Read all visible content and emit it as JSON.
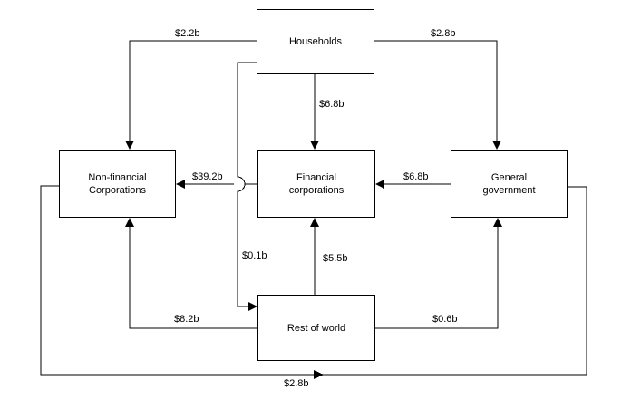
{
  "diagram": {
    "nodes": {
      "households": {
        "label": "Households"
      },
      "non_financial_corporations": {
        "label": "Non-financial\nCorporations"
      },
      "financial_corporations": {
        "label": "Financial\ncorporations"
      },
      "general_government": {
        "label": "General\ngovernment"
      },
      "rest_of_world": {
        "label": "Rest of world"
      }
    },
    "flows": {
      "households_to_non_financial": {
        "amount": "$2.2b",
        "from": "Households",
        "to": "Non-financial Corporations"
      },
      "households_to_general_government": {
        "amount": "$2.8b",
        "from": "Households",
        "to": "General government"
      },
      "households_to_financial": {
        "amount": "$6.8b",
        "from": "Households",
        "to": "Financial corporations"
      },
      "households_to_rest_of_world": {
        "amount": "$0.1b",
        "from": "Households",
        "to": "Rest of world"
      },
      "financial_to_non_financial": {
        "amount": "$39.2b",
        "from": "Financial corporations",
        "to": "Non-financial Corporations"
      },
      "general_government_to_financial": {
        "amount": "$6.8b",
        "from": "General government",
        "to": "Financial corporations"
      },
      "rest_of_world_to_non_financial": {
        "amount": "$8.2b",
        "from": "Rest of world",
        "to": "Non-financial Corporations"
      },
      "rest_of_world_to_financial": {
        "amount": "$5.5b",
        "from": "Rest of world",
        "to": "Financial corporations"
      },
      "rest_of_world_to_general_government": {
        "amount": "$0.6b",
        "from": "Rest of world",
        "to": "General government"
      },
      "non_financial_to_general_government": {
        "amount": "$2.8b",
        "from": "Non-financial Corporations",
        "to": "General government"
      }
    },
    "colors": {
      "line": "#000000",
      "text": "#000000",
      "background": "#ffffff"
    }
  }
}
